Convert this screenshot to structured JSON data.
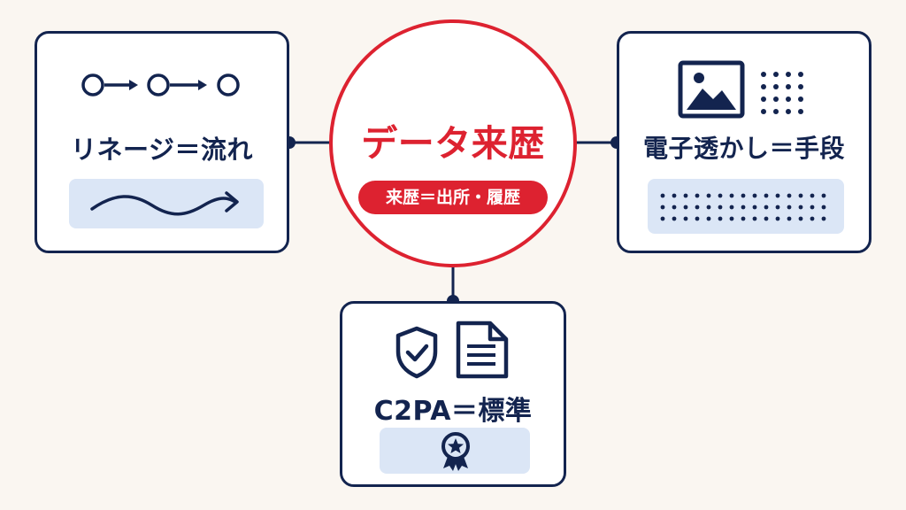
{
  "center": {
    "title": "データ来歴",
    "subtitle": "来歴＝出所・履歴"
  },
  "cards": {
    "lineage": {
      "title": "リネージ＝流れ",
      "icons": [
        "node-chain-icon",
        "wavy-arrow-icon"
      ]
    },
    "watermark": {
      "title": "電子透かし＝手段",
      "icons": [
        "image-icon",
        "dot-grid-icon",
        "dot-pattern-icon"
      ]
    },
    "c2pa": {
      "title": "C2PA＝標準",
      "icons": [
        "shield-check-icon",
        "document-icon",
        "award-badge-icon"
      ]
    }
  },
  "colors": {
    "navy": "#13244f",
    "red": "#dd2230",
    "panel": "#dbe6f6",
    "background": "#faf6f1"
  }
}
